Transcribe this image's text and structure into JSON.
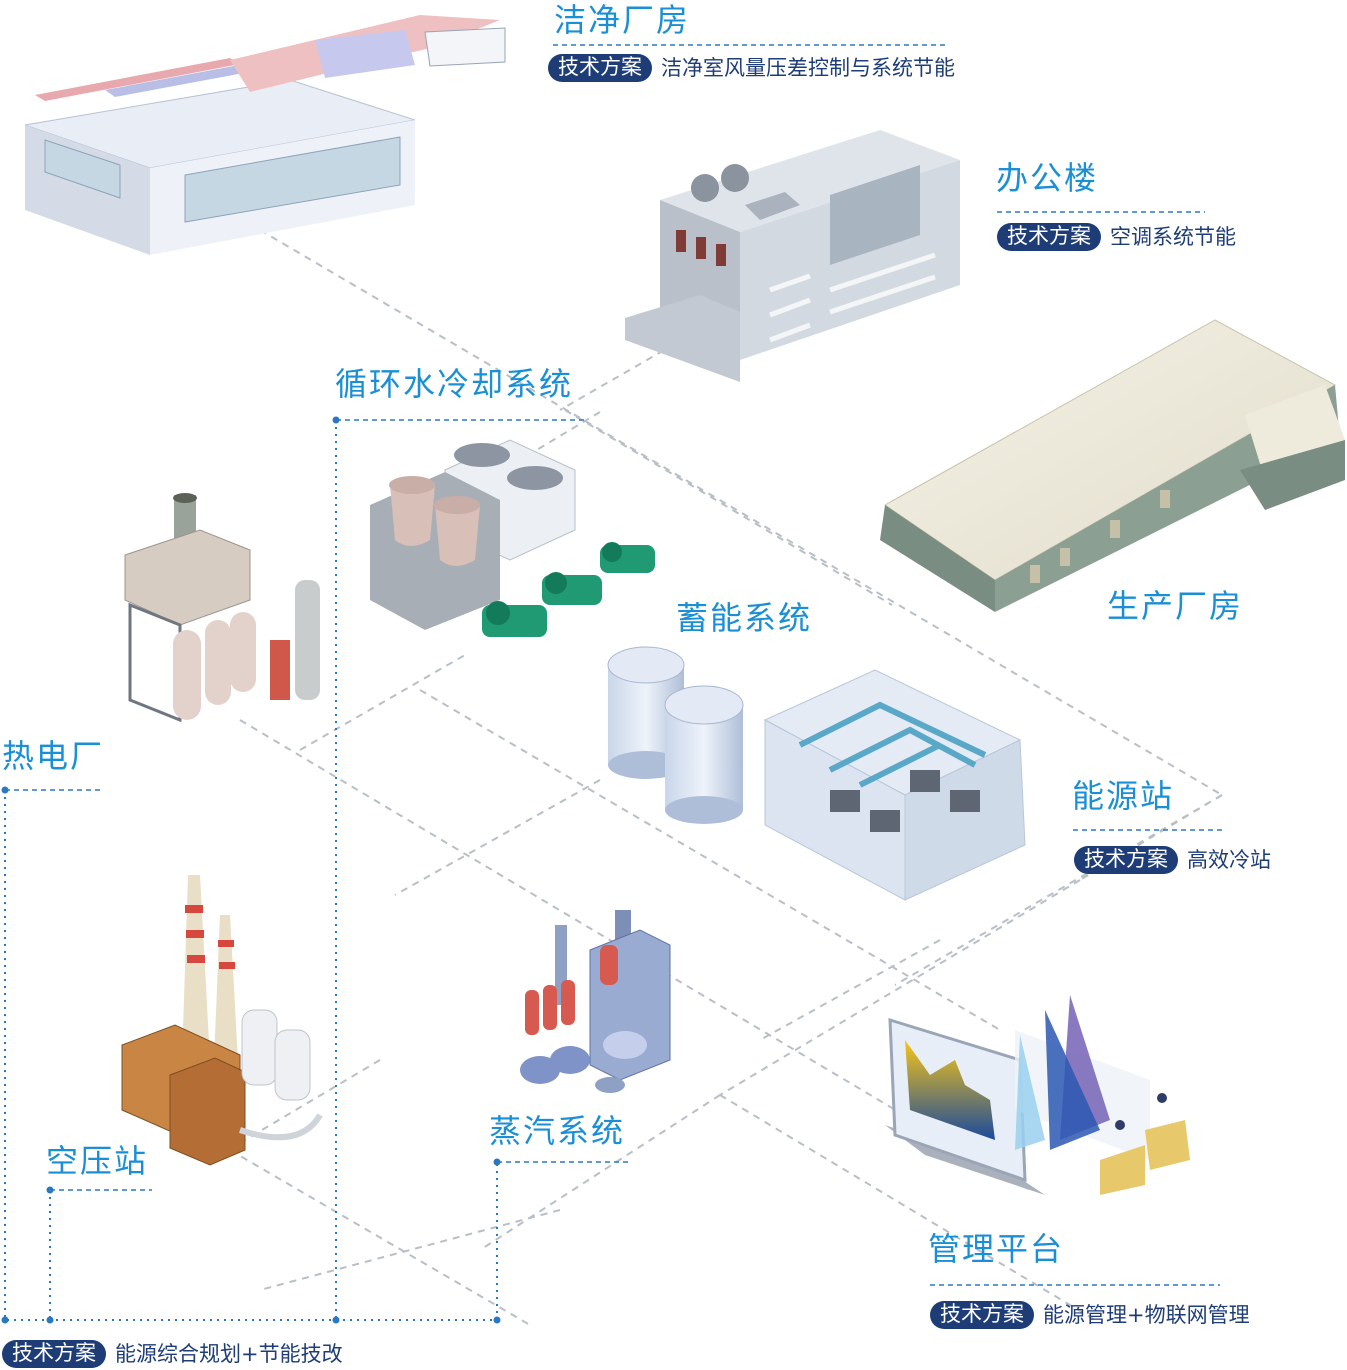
{
  "tag_label": "技术方案",
  "nodes": {
    "clean_room": {
      "name": "洁净厂房",
      "plan": "洁净室风量压差控制与系统节能"
    },
    "office": {
      "name": "办公楼",
      "plan": "空调系统节能"
    },
    "production": {
      "name": "生产厂房"
    },
    "circulating_water": {
      "name": "循环水冷却系统"
    },
    "storage": {
      "name": "蓄能系统"
    },
    "energy_station": {
      "name": "能源站",
      "plan": "高效冷站"
    },
    "thermal_plant": {
      "name": "热电厂"
    },
    "air_compressor": {
      "name": "空压站"
    },
    "steam": {
      "name": "蒸汽系统"
    },
    "platform": {
      "name": "管理平台",
      "plan": "能源管理+物联网管理"
    },
    "bottom": {
      "plan": "能源综合规划+节能技改"
    }
  },
  "colors": {
    "label_blue": "#1a8fd6",
    "tag_navy": "#1e3d77",
    "connector_dots": "#2b78c2",
    "grid_dashes": "#b9bfc6"
  },
  "icons": [
    "clean-room-building-icon",
    "office-building-icon",
    "production-hall-icon",
    "cooling-tower-icon",
    "water-pump-icon",
    "storage-tank-icon",
    "energy-station-icon",
    "power-plant-icon",
    "air-compressor-icon",
    "steam-system-icon",
    "management-platform-icon"
  ]
}
